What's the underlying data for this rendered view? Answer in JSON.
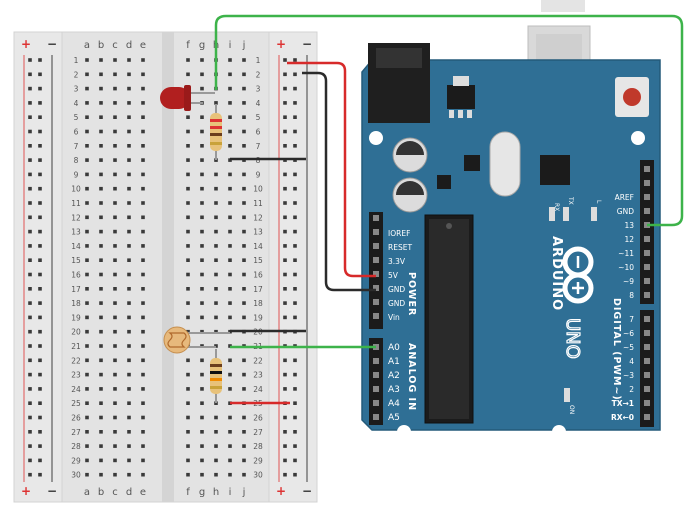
{
  "breadboard": {
    "columns_left": [
      "a",
      "b",
      "c",
      "d",
      "e"
    ],
    "columns_right": [
      "f",
      "g",
      "h",
      "i",
      "j"
    ],
    "row_count": 30,
    "rail_plus": "+",
    "rail_minus": "−"
  },
  "arduino": {
    "brand": "ARDUINO",
    "model": "UNO",
    "power_header_label": "POWER",
    "analog_header_label": "ANALOG IN",
    "digital_header_label": "DIGITAL (PWM~)",
    "power_pins": [
      "IOREF",
      "RESET",
      "3.3V",
      "5V",
      "GND",
      "GND",
      "Vin"
    ],
    "analog_pins": [
      "A0",
      "A1",
      "A2",
      "A3",
      "A4",
      "A5"
    ],
    "digital_top_pins": [
      "AREF",
      "GND",
      "13",
      "12",
      "~11",
      "~10",
      "~9",
      "8"
    ],
    "digital_bottom_pins": [
      "7",
      "~6",
      "~5",
      "4",
      "~3",
      "2",
      "TX→1",
      "RX←0"
    ],
    "led_labels": [
      "RX",
      "TX",
      "L"
    ],
    "on_label": "ON"
  },
  "colors": {
    "board_blue": "#2f6f95",
    "breadboard": "#e3e3e3",
    "wire_red": "#d72a2a",
    "wire_black": "#2b2b2b",
    "wire_green": "#3db34a",
    "led_red": "#b11f1f",
    "resistor_body": "#e8c27a",
    "photoresistor": "#e7b97c"
  },
  "components": [
    {
      "name": "led",
      "color": "#b11f1f"
    },
    {
      "name": "resistor-220",
      "bands": [
        "#d33",
        "#d33",
        "#6b3e1d",
        "#c9a23a"
      ]
    },
    {
      "name": "photoresistor",
      "color": "#e7b97c"
    },
    {
      "name": "resistor-10k",
      "bands": [
        "#6b3e1d",
        "#111",
        "#f08a00",
        "#c9a23a"
      ]
    }
  ]
}
